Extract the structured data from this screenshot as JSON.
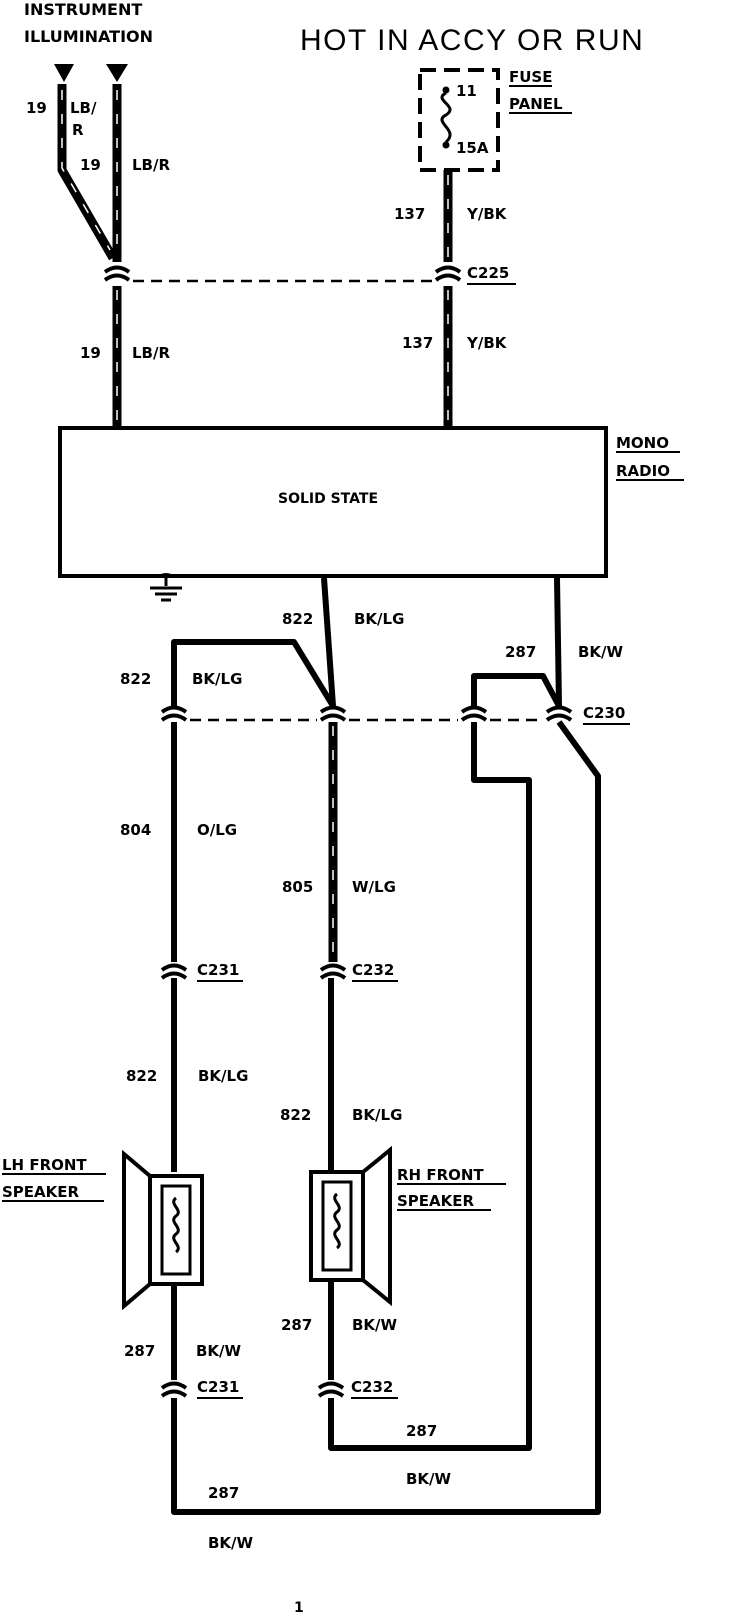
{
  "header": {
    "instrument_line1": "INSTRUMENT",
    "instrument_line2": "ILLUMINATION",
    "power_state": "HOT IN ACCY OR RUN"
  },
  "fuse_panel": {
    "label_line1": "FUSE",
    "label_line2": "PANEL",
    "fuse_number": "11",
    "fuse_rating": "15A"
  },
  "radio": {
    "label_line1": "MONO",
    "label_line2": "RADIO",
    "type": "SOLID STATE"
  },
  "connectors": {
    "c225": "C225",
    "c230": "C230",
    "c231_top": "C231",
    "c232_top": "C232",
    "c231_bottom": "C231",
    "c232_bottom": "C232"
  },
  "speakers": {
    "lh_line1": "LH FRONT",
    "lh_line2": "SPEAKER",
    "rh_line1": "RH FRONT",
    "rh_line2": "SPEAKER"
  },
  "circuits": {
    "illum_a_num": "19",
    "illum_a_color_1": "LB/",
    "illum_a_color_2": "R",
    "illum_b_num": "19",
    "illum_b_color": "LB/R",
    "illum_c_num": "19",
    "illum_c_color": "LB/R",
    "feed_upper_num": "137",
    "feed_upper_color": "Y/BK",
    "feed_lower_num": "137",
    "feed_lower_color": "Y/BK",
    "out_822_num": "822",
    "out_822_color": "BK/LG",
    "out_287_num": "287",
    "out_287_color": "BK/W",
    "left_822_num": "822",
    "left_822_color": "BK/LG",
    "w804_num": "804",
    "w804_color": "O/LG",
    "w805_num": "805",
    "w805_color": "W/LG",
    "lh_822_num": "822",
    "lh_822_color": "BK/LG",
    "rh_822_num": "822",
    "rh_822_color": "BK/LG",
    "lh_287_num": "287",
    "lh_287_color": "BK/W",
    "rh_287_num": "287",
    "return_287_num": "287",
    "return_287_color": "BK/W",
    "outer_287_num": "287",
    "outer_287_color": "BK/W"
  },
  "page_number": "1"
}
